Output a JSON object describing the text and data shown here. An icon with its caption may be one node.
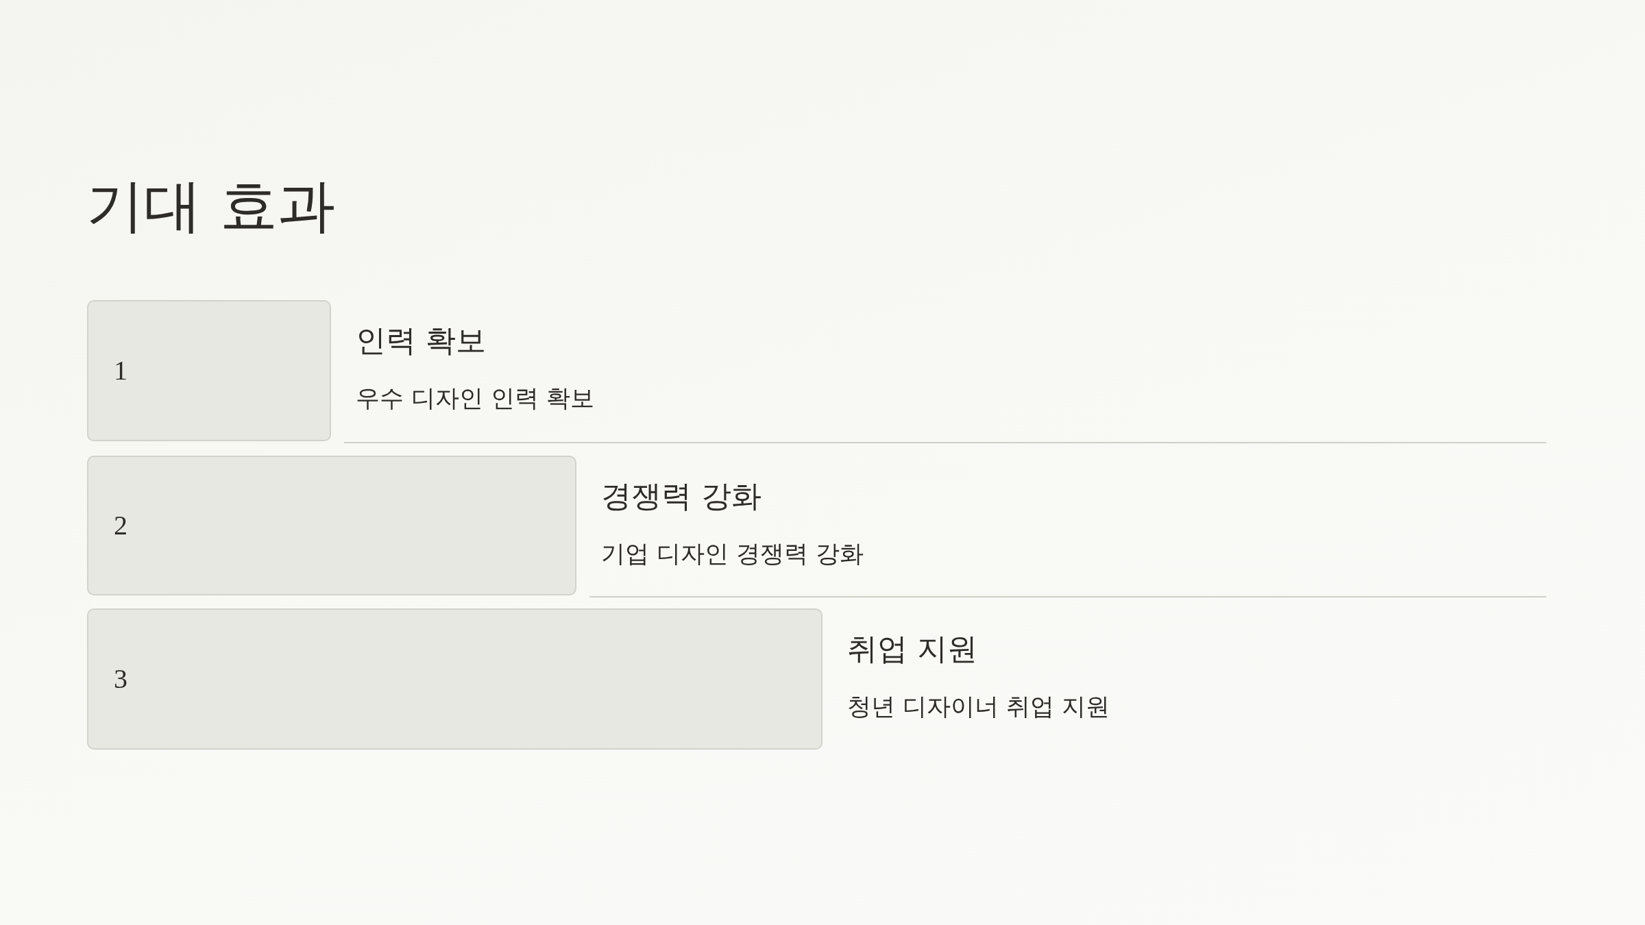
{
  "diagram": {
    "title": "기대 효과",
    "nodes": [
      {
        "text": [
          "1"
        ],
        "beside": [
          "인력 확보",
          "우수 디자인 인력 확보"
        ]
      },
      {
        "text": [
          "2"
        ],
        "beside": [
          "경쟁력 강화",
          "기업 디자인 경쟁력 강화"
        ]
      },
      {
        "text": [
          "3"
        ],
        "beside": [
          "취업 지원",
          "청년 디자이너 취업 지원"
        ]
      }
    ]
  }
}
